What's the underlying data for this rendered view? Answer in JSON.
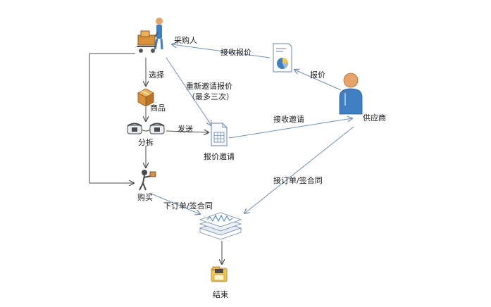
{
  "nodes": {
    "buyer": "采购人",
    "select": "选择",
    "goods": "商品",
    "split": "分拆",
    "buy": "购买",
    "quote_invite": "报价邀请",
    "supplier": "供应商",
    "end": "结束"
  },
  "edges": {
    "receive_quote": "接收报价",
    "quote": "报价",
    "reinvite": "重新邀请报价",
    "reinvite_note": "（最多三次）",
    "send": "发送",
    "receive_invite": "接收邀请",
    "order_supplier": "接订单/签合同",
    "order_buyer": "下订单/签合同"
  },
  "colors": {
    "arrow": "#4a4a4a",
    "arrow_blue": "#6f8fb8",
    "person_head": "#e6a36a",
    "person_body": "#3f7fc1",
    "box": "#d8913a",
    "folder": "#f3c74a",
    "doc_border": "#6b86a8"
  }
}
